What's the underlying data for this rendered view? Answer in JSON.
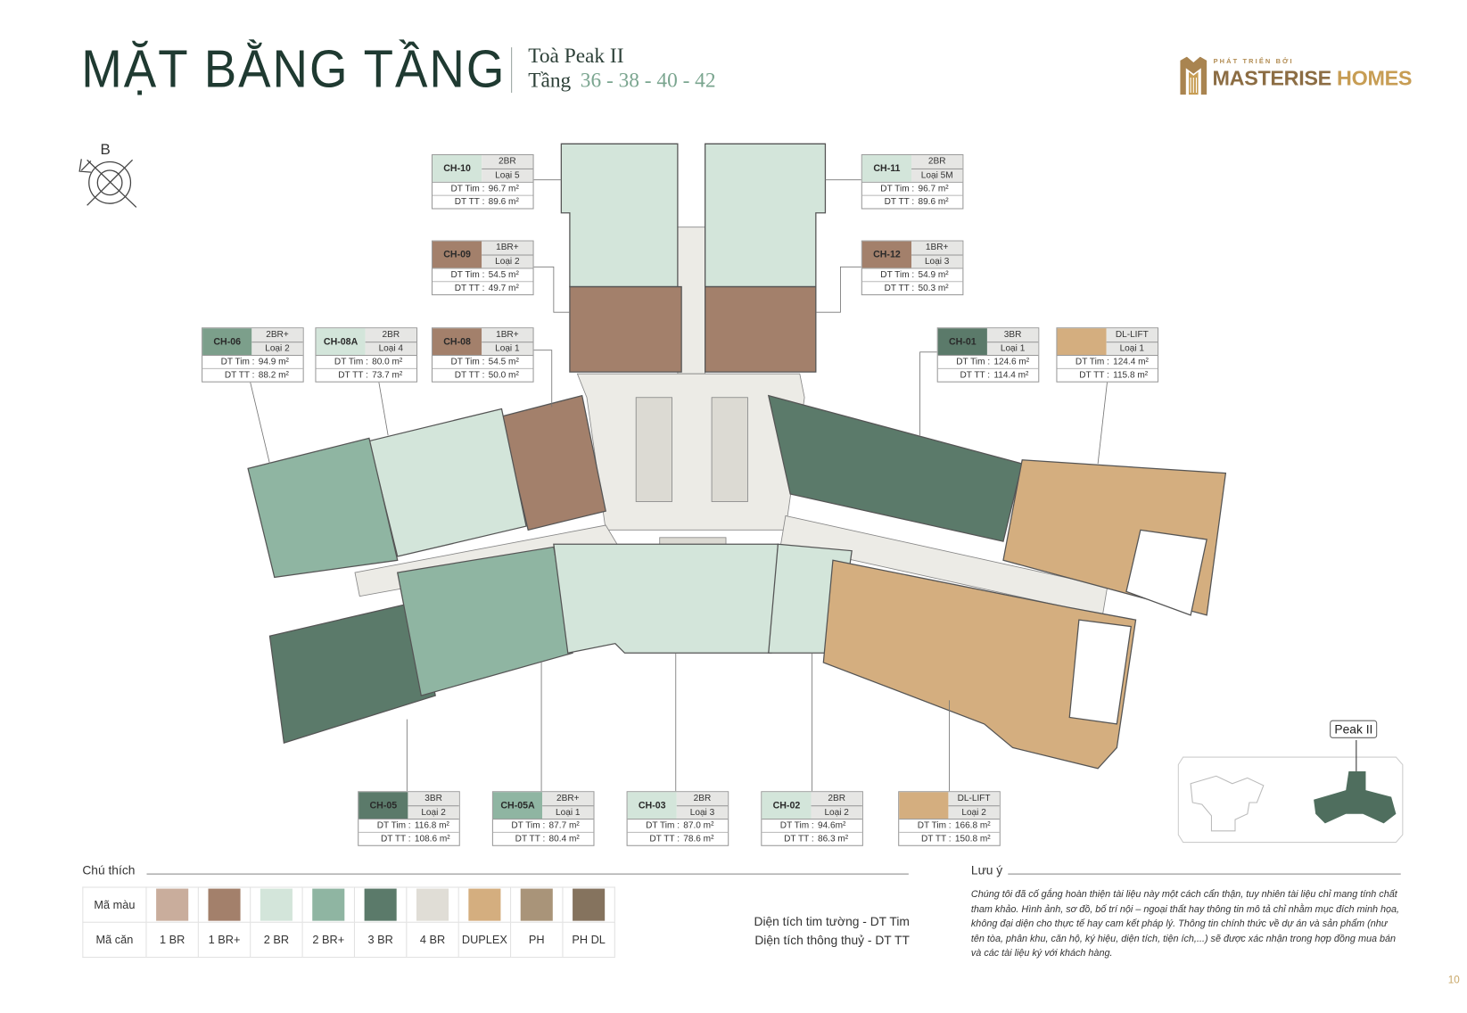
{
  "header": {
    "title": "MẶT BẰNG TẦNG",
    "building": "Toà Peak II",
    "floors_label": "Tầng",
    "floors": "36 - 38 - 40 - 42"
  },
  "logo": {
    "tagline": "PHÁT TRIỂN BỞI",
    "brand_part1": "MASTERISE",
    "brand_part2": "HOMES"
  },
  "compass": {
    "north_label": "B"
  },
  "area_labels": {
    "tim": "DT Tim :",
    "tt": "DT TT :"
  },
  "units": [
    {
      "code": "CH-10",
      "type": "2BR",
      "variant": "Loại 5",
      "dt_tim": "96.7 m²",
      "dt_tt": "89.6 m²",
      "color": "#d3e5da"
    },
    {
      "code": "CH-09",
      "type": "1BR+",
      "variant": "Loại 2",
      "dt_tim": "54.5 m²",
      "dt_tt": "49.7 m²",
      "color": "#a3806b"
    },
    {
      "code": "CH-06",
      "type": "2BR+",
      "variant": "Loại 2",
      "dt_tim": "94.9 m²",
      "dt_tt": "88.2 m²",
      "color": "#7c9f8b"
    },
    {
      "code": "CH-08A",
      "type": "2BR",
      "variant": "Loại 4",
      "dt_tim": "80.0 m²",
      "dt_tt": "73.7 m²",
      "color": "#d3e5da"
    },
    {
      "code": "CH-08",
      "type": "1BR+",
      "variant": "Loại 1",
      "dt_tim": "54.5 m²",
      "dt_tt": "50.0 m²",
      "color": "#a3806b"
    },
    {
      "code": "CH-11",
      "type": "2BR",
      "variant": "Loại 5M",
      "dt_tim": "96.7 m²",
      "dt_tt": "89.6 m²",
      "color": "#d3e5da"
    },
    {
      "code": "CH-12",
      "type": "1BR+",
      "variant": "Loại 3",
      "dt_tim": "54.9 m²",
      "dt_tt": "50.3 m²",
      "color": "#a3806b"
    },
    {
      "code": "CH-01",
      "type": "3BR",
      "variant": "Loại 1",
      "dt_tim": "124.6 m²",
      "dt_tt": "114.4 m²",
      "color": "#5b7a6a"
    },
    {
      "code": "",
      "type": "DL-LIFT",
      "variant": "Loại 1",
      "dt_tim": "124.4 m²",
      "dt_tt": "115.8 m²",
      "color": "#d4ae7f"
    },
    {
      "code": "CH-05",
      "type": "3BR",
      "variant": "Loại 2",
      "dt_tim": "116.8 m²",
      "dt_tt": "108.6 m²",
      "color": "#5b7a6a"
    },
    {
      "code": "CH-05A",
      "type": "2BR+",
      "variant": "Loại 1",
      "dt_tim": "87.7 m²",
      "dt_tt": "80.4 m²",
      "color": "#8fb5a2"
    },
    {
      "code": "CH-03",
      "type": "2BR",
      "variant": "Loại 3",
      "dt_tim": "87.0 m²",
      "dt_tt": "78.6 m²",
      "color": "#d3e5da"
    },
    {
      "code": "CH-02",
      "type": "2BR",
      "variant": "Loại 2",
      "dt_tim": "94.6m²",
      "dt_tt": "86.3 m²",
      "color": "#d3e5da"
    },
    {
      "code": "",
      "type": "DL-LIFT",
      "variant": "Loại 2",
      "dt_tim": "166.8 m²",
      "dt_tt": "150.8 m²",
      "color": "#d4ae7f"
    }
  ],
  "legend": {
    "title": "Chú thích",
    "color_row_label": "Mã màu",
    "code_row_label": "Mã căn",
    "items": [
      {
        "label": "1 BR",
        "color": "#c9ad9c"
      },
      {
        "label": "1 BR+",
        "color": "#a3806b"
      },
      {
        "label": "2 BR",
        "color": "#d3e5da"
      },
      {
        "label": "2 BR+",
        "color": "#8fb5a2"
      },
      {
        "label": "3 BR",
        "color": "#5b7a6a"
      },
      {
        "label": "4 BR",
        "color": "#e0ddd6"
      },
      {
        "label": "DUPLEX",
        "color": "#d4ae7f"
      },
      {
        "label": "PH",
        "color": "#a99479"
      },
      {
        "label": "PH DL",
        "color": "#85735e"
      }
    ],
    "def_tim": "Diện tích tim tường - DT Tim",
    "def_tt": "Diện tích thông thuỷ - DT TT"
  },
  "note": {
    "title": "Lưu ý",
    "text": "Chúng tôi đã cố gắng hoàn thiện tài liệu này một cách cẩn thận, tuy nhiên tài liệu chỉ mang tính chất tham khảo. Hình ảnh, sơ đồ, bố trí nội – ngoại thất hay thông tin mô tả chỉ nhằm mục đích minh họa, không đại diện cho thực tế hay cam kết pháp lý. Thông tin chính thức về dự án và sản phẩm (như tên tòa, phân khu, căn hộ, ký hiệu, diện tích, tiện ích,...) sẽ được xác nhận trong hợp đồng mua bán và các tài liệu ký với khách hàng."
  },
  "key_plan": {
    "label": "Peak II"
  },
  "page_number": "10"
}
